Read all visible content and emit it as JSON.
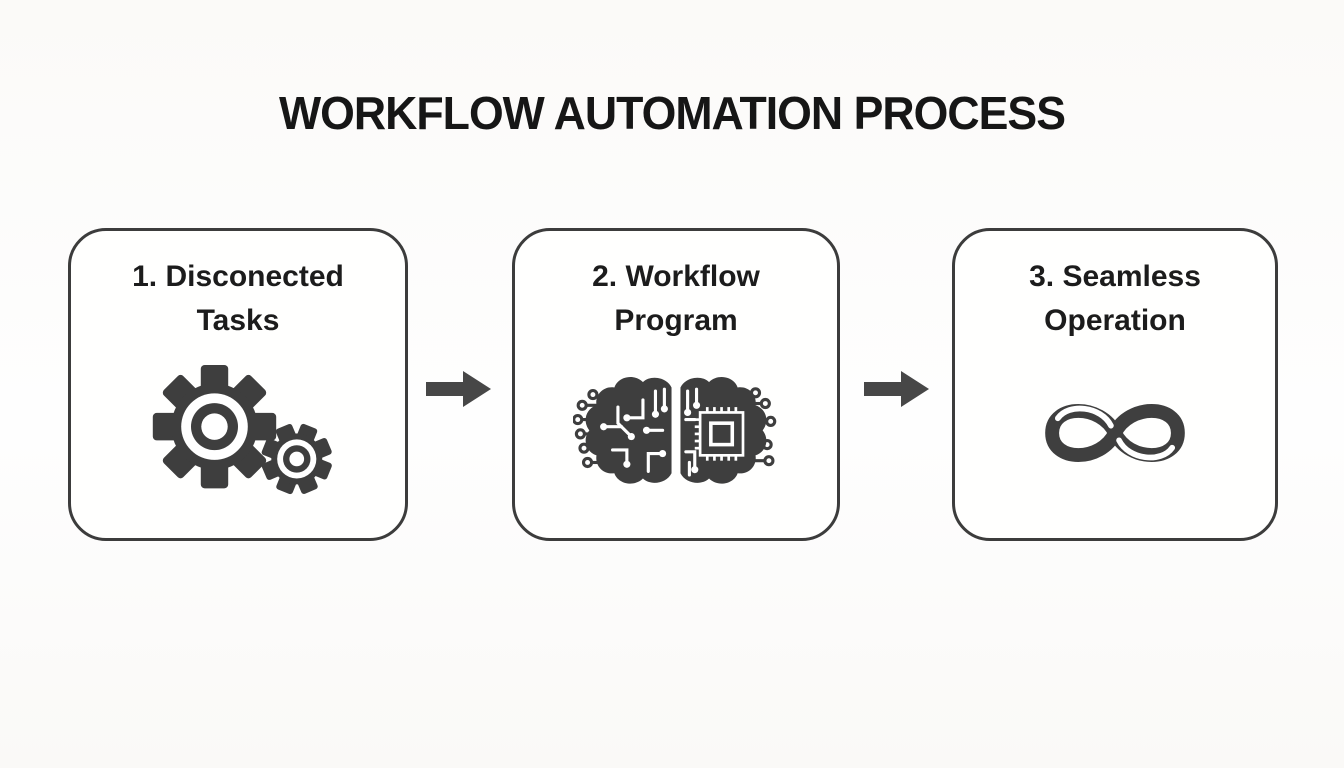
{
  "page": {
    "title": "WORKFLOW AUTOMATION PROCESS"
  },
  "steps": [
    {
      "label": "1. Disconected Tasks",
      "icon": "gears-icon"
    },
    {
      "label": "2. Workflow Program",
      "icon": "ai-brain-chip-icon"
    },
    {
      "label": "3. Seamless Operation",
      "icon": "infinity-icon"
    }
  ],
  "connectors": [
    {
      "icon": "arrow-right-icon"
    },
    {
      "icon": "arrow-right-icon"
    }
  ],
  "colors": {
    "icon_fill": "#3e3e3e",
    "arrow_fill": "#474747",
    "box_border": "#3c3c3c",
    "box_background": "#fffffe",
    "title_text": "#161616",
    "label_text": "#1c1c1c",
    "page_background": "#fbfaf8"
  }
}
